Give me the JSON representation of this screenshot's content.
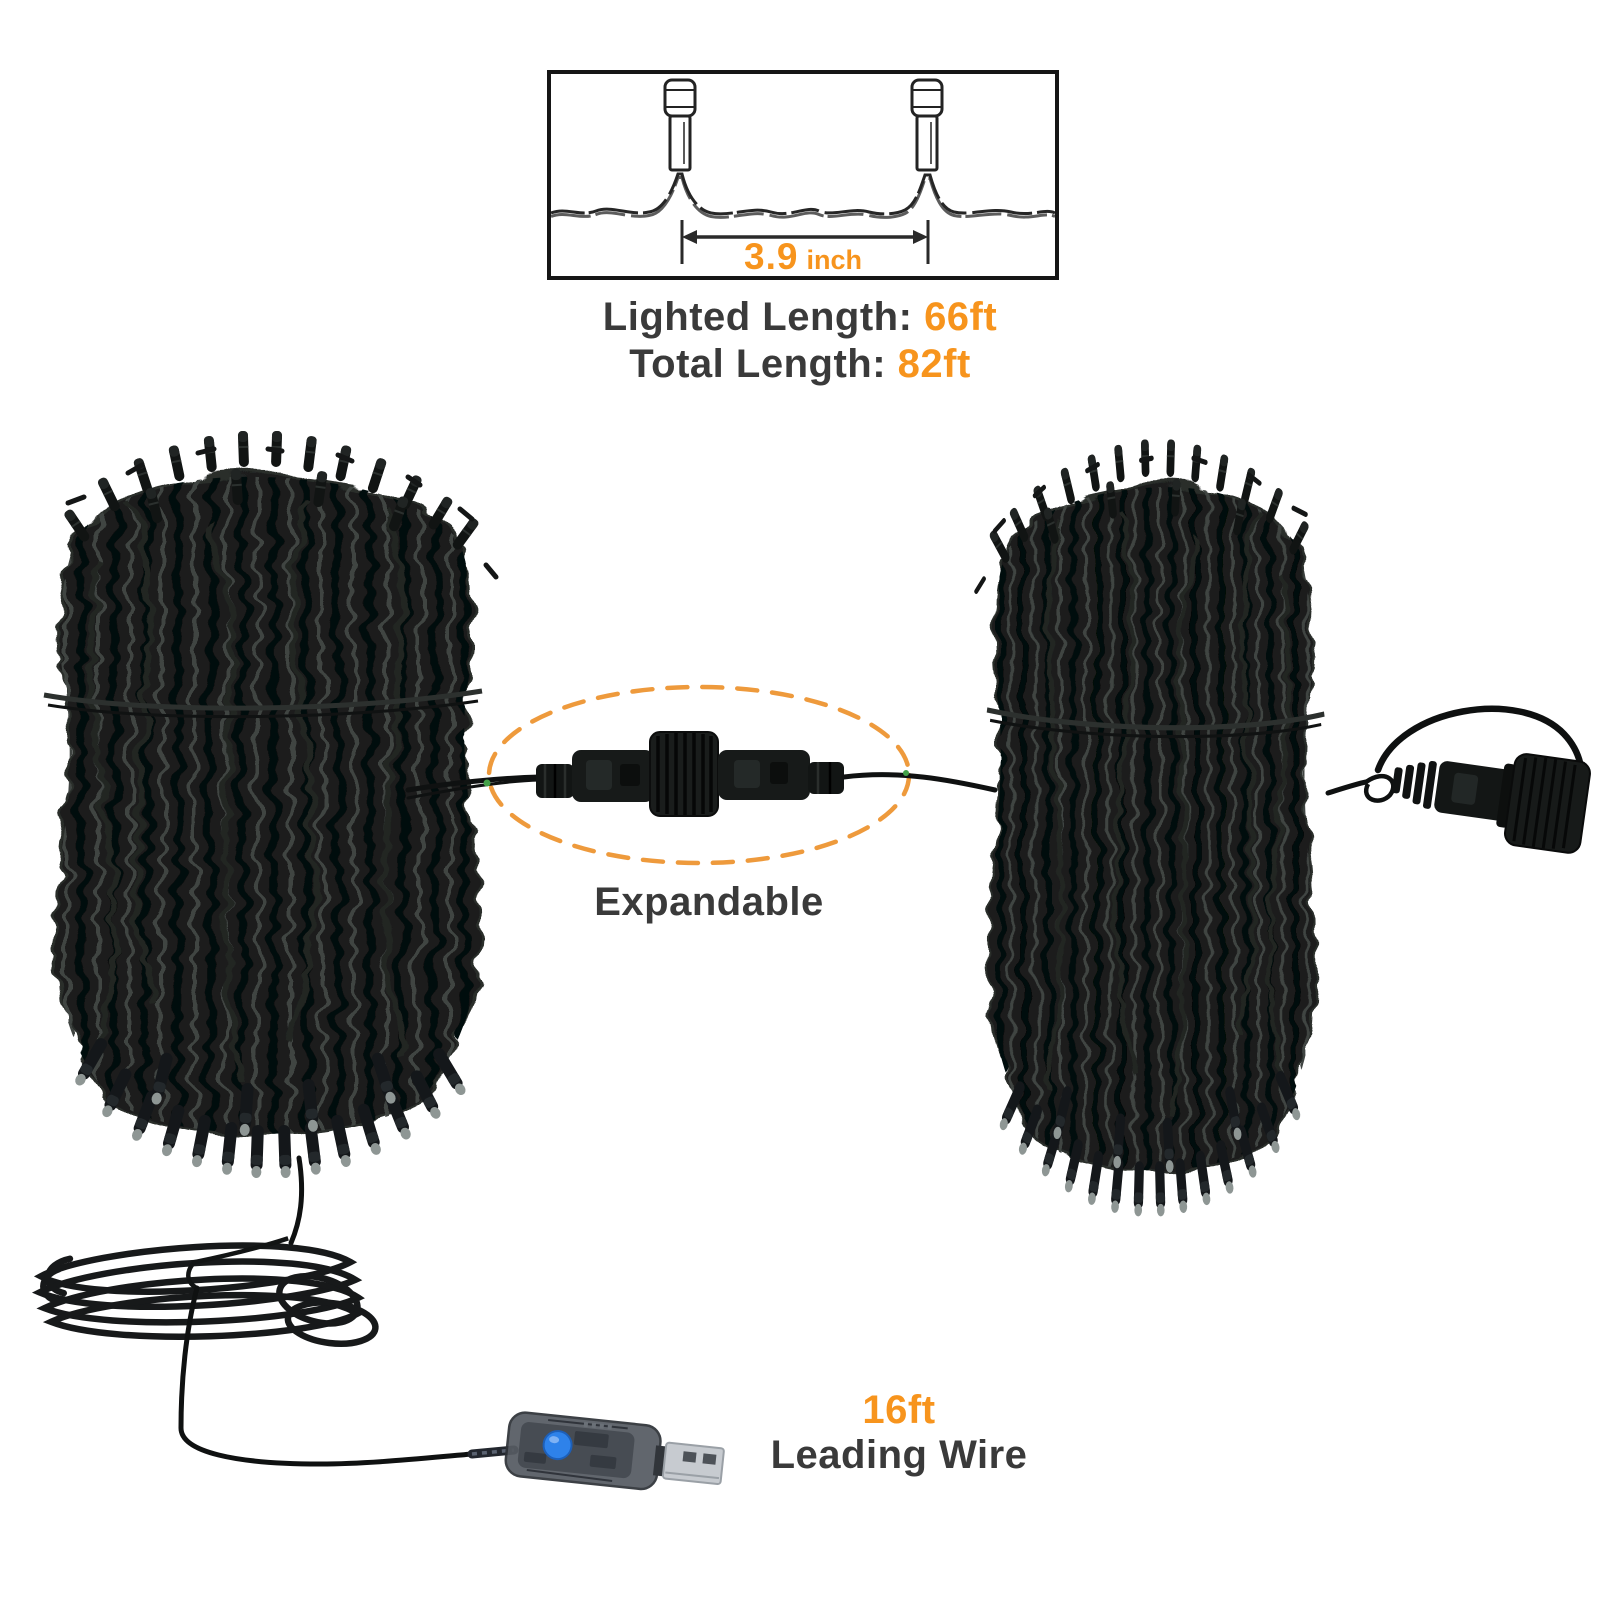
{
  "spacing_diagram": {
    "value": "3.9",
    "unit": "inch"
  },
  "specs": {
    "lighted_label": "Lighted Length:",
    "lighted_value": "66ft",
    "total_label": "Total Length:",
    "total_value": "82ft"
  },
  "connector": {
    "label": "Expandable"
  },
  "leading_wire": {
    "value": "16ft",
    "label": "Leading Wire"
  },
  "colors": {
    "accent_orange": "#F7941D",
    "dash_orange": "#EE9A3C",
    "text_dark": "#3A3A3A",
    "cord_black": "#1a1d1c",
    "usb_button_blue": "#2e82ea"
  }
}
